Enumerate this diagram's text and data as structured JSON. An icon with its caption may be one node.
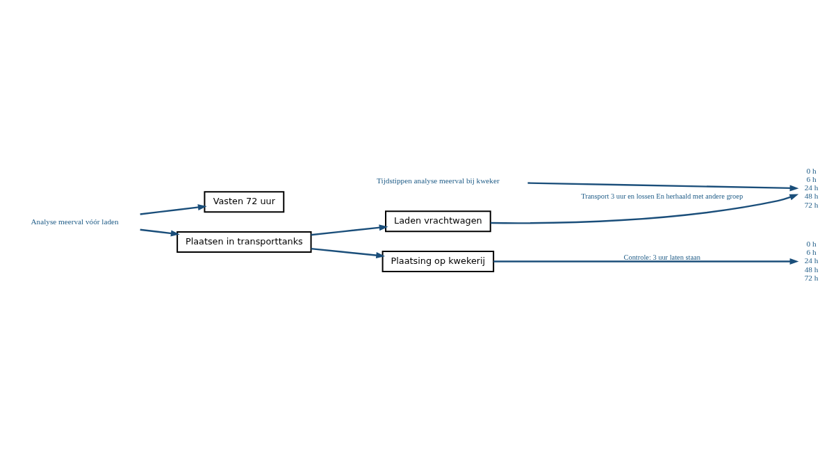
{
  "diagram": {
    "nodes": [
      {
        "text": [
          "Vasten 72 uur"
        ]
      },
      {
        "text": [
          "Plaatsen in transporttanks"
        ]
      },
      {
        "text": [
          "Laden vrachtwagen"
        ]
      },
      {
        "text": [
          "Plaatsing op kwekerij"
        ]
      },
      {
        "text": [
          "Analyse meerval vóór laden"
        ]
      },
      {
        "text": [
          "0 h",
          "6 h",
          "24 h",
          "48 h",
          "72 h"
        ]
      },
      {
        "text": [
          "0 h",
          "6 h",
          "24 h",
          "48 h",
          "72 h"
        ]
      },
      {
        "text": [
          "Tijdstippen analyse meerval bij kweker"
        ]
      }
    ],
    "edges": [
      {
        "from": 4,
        "to": 0,
        "arrow": "to"
      },
      {
        "from": 4,
        "to": 1,
        "arrow": "to"
      },
      {
        "from": 1,
        "to": 3,
        "arrow": "to"
      },
      {
        "from": 1,
        "to": 2,
        "arrow": "to"
      },
      {
        "from": 3,
        "to": 5,
        "arrow": "to",
        "label": "Controle: 3 uur laten staan"
      },
      {
        "from": 2,
        "to": 6,
        "arrow": "to",
        "label": "Transport 3 uur en lossen En herhaald met andere groep"
      },
      {
        "from": 7,
        "to": 6,
        "arrow": "to"
      }
    ]
  }
}
